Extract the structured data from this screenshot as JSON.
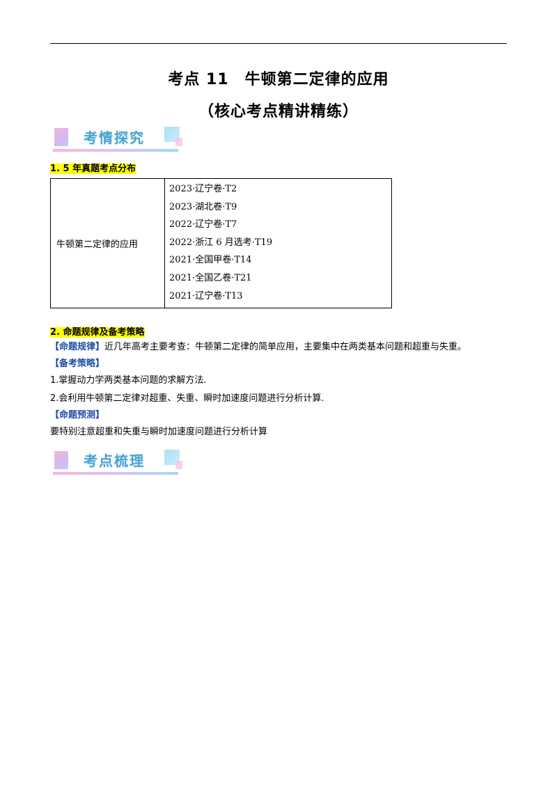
{
  "header": {
    "title_line1": "考点 11　牛顿第二定律的应用",
    "title_line2": "（核心考点精讲精练）"
  },
  "banners": {
    "first": "考情探究",
    "second": "考点梳理"
  },
  "section1": {
    "heading": "1. 5 年真题考点分布",
    "table": {
      "topic": "牛顿第二定律的应用",
      "items": [
        "2023·辽宁卷·T2",
        "2023·湖北卷·T9",
        "2022·辽宁卷·T7",
        "2022·浙江 6 月选考·T19",
        "2021·全国甲卷·T14",
        "2021·全国乙卷·T21",
        "2021·辽宁卷·T13"
      ]
    }
  },
  "section2": {
    "heading": "2.  命题规律及备考策略",
    "rule_label": "【命题规律】",
    "rule_text": "近几年高考主要考查：牛顿第二定律的简单应用，主要集中在两类基本问题和超重与失重。",
    "strategy_label": "【备考策略】",
    "strategy_items": [
      "1.掌握动力学两类基本问题的求解方法.",
      "2.会利用牛顿第二定律对超重、失重、瞬时加速度问题进行分析计算."
    ],
    "forecast_label": "【命题预测】",
    "forecast_text": "要特别注意超重和失重与瞬时加速度问题进行分析计算"
  },
  "colors": {
    "banner_text": "#4aa4cf",
    "bracket_label": "#1f4ea8",
    "highlight": "#ffff00"
  }
}
